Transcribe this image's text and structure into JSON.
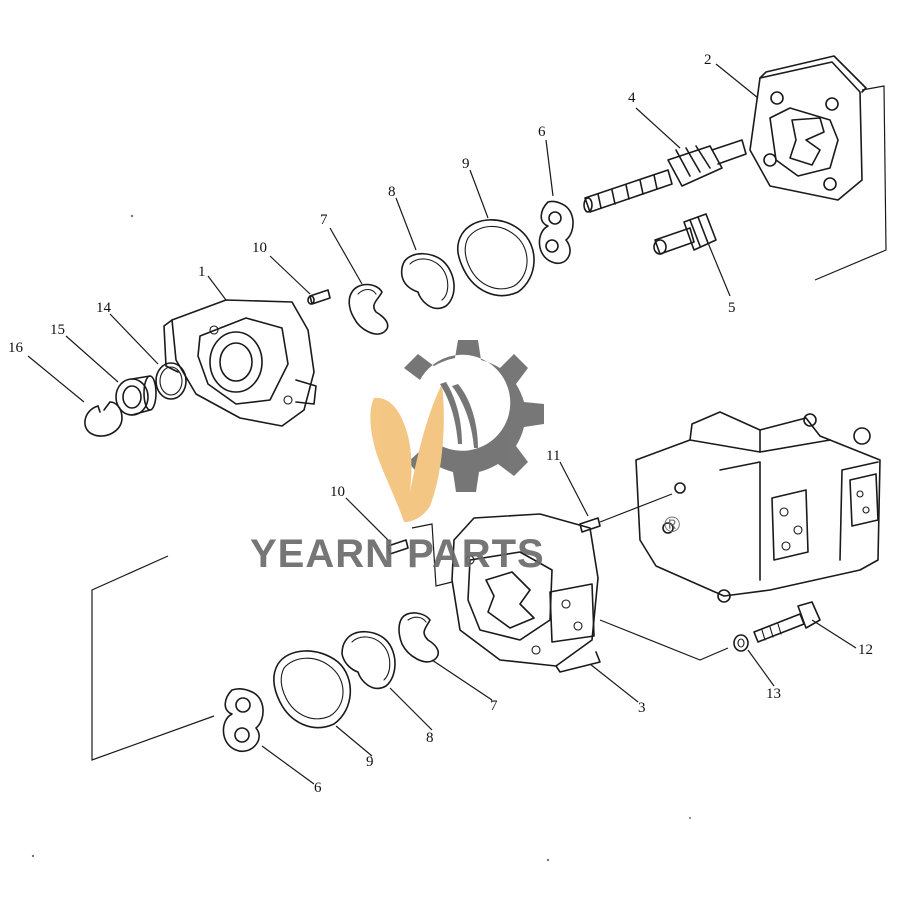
{
  "callouts": [
    {
      "id": "c1",
      "label": "1"
    },
    {
      "id": "c2",
      "label": "2"
    },
    {
      "id": "c3",
      "label": "3"
    },
    {
      "id": "c4",
      "label": "4"
    },
    {
      "id": "c5",
      "label": "5"
    },
    {
      "id": "c6a",
      "label": "6"
    },
    {
      "id": "c6b",
      "label": "6"
    },
    {
      "id": "c7a",
      "label": "7"
    },
    {
      "id": "c7b",
      "label": "7"
    },
    {
      "id": "c8a",
      "label": "8"
    },
    {
      "id": "c8b",
      "label": "8"
    },
    {
      "id": "c9a",
      "label": "9"
    },
    {
      "id": "c9b",
      "label": "9"
    },
    {
      "id": "c10a",
      "label": "10"
    },
    {
      "id": "c10b",
      "label": "10"
    },
    {
      "id": "c11",
      "label": "11"
    },
    {
      "id": "c12",
      "label": "12"
    },
    {
      "id": "c13",
      "label": "13"
    },
    {
      "id": "c14",
      "label": "14"
    },
    {
      "id": "c15",
      "label": "15"
    },
    {
      "id": "c16",
      "label": "16"
    }
  ],
  "watermark": {
    "brand": "YEARN PARTS",
    "registered": "®",
    "gear_color": "#6b6b6b",
    "leaf_color": "#f2c27a",
    "text_color": "#6b6b6b"
  }
}
